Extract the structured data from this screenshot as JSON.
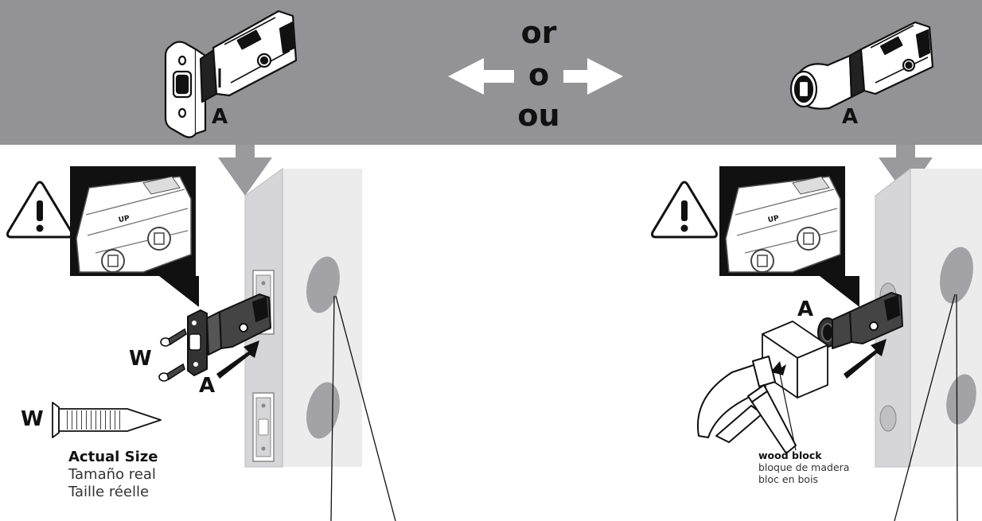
{
  "labels": {
    "part_a": "A",
    "screw_w": "W",
    "or_en": "or",
    "or_es": "o",
    "or_fr": "ou",
    "up_mark": "UP"
  },
  "screw_caption": {
    "en": "Actual Size",
    "es": "Tamaño real",
    "fr": "Taille réelle"
  },
  "wood_block_caption": {
    "en": "wood block",
    "es": "bloque de madera",
    "fr": "bloc en bois"
  },
  "icons": [
    "warning-icon",
    "arrow-left-icon",
    "arrow-right-icon",
    "arrow-down-icon",
    "hammer-icon"
  ],
  "colors": {
    "banner": "#939395",
    "arrow_fill": "#ffffff",
    "door_edge": "#d6d6d8",
    "door_face": "#ececed",
    "bore_hole": "#a3a3a5",
    "down_arrow": "#9a9a9c"
  }
}
